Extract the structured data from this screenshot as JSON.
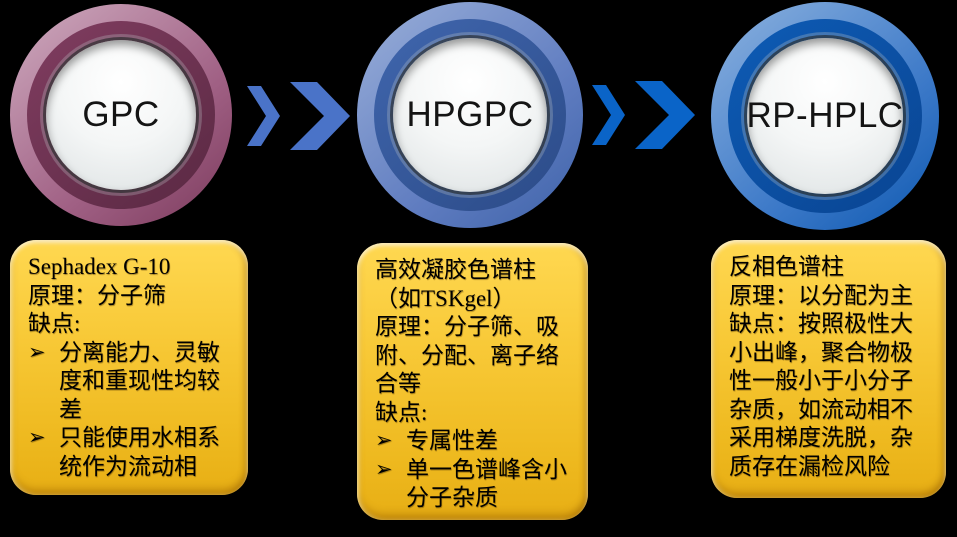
{
  "diagram": {
    "background": "#000000",
    "bullet_glyph": "➢",
    "stages": [
      {
        "label": "GPC",
        "ring": {
          "light": "#c9a2b8",
          "mid": "#a06084",
          "dark": "#7b3a5c",
          "darker": "#5e2b46"
        },
        "note_lines": [
          {
            "bullet": false,
            "text": "Sephadex G-10"
          },
          {
            "bullet": false,
            "text": "原理：分子筛"
          },
          {
            "bullet": false,
            "text": "缺点:"
          },
          {
            "bullet": true,
            "text": "分离能力、灵敏度和重现性均较差"
          },
          {
            "bullet": true,
            "text": "只能使用水相系统作为流动相"
          }
        ]
      },
      {
        "label": "HPGPC",
        "ring": {
          "light": "#93a9d6",
          "mid": "#5f7cc0",
          "dark": "#3d62a8",
          "darker": "#2e4e8c"
        },
        "note_lines": [
          {
            "bullet": false,
            "text": "高效凝胶色谱柱（如TSKgel）"
          },
          {
            "bullet": false,
            "text": "原理：分子筛、吸附、分配、离子络合等"
          },
          {
            "bullet": false,
            "text": "缺点:"
          },
          {
            "bullet": true,
            "text": "专属性差"
          },
          {
            "bullet": true,
            "text": "单一色谱峰含小分子杂质"
          }
        ]
      },
      {
        "label": "RP-HPLC",
        "ring": {
          "light": "#83abdc",
          "mid": "#3c79c8",
          "dark": "#0d58b0",
          "darker": "#0a4796"
        },
        "note_lines": [
          {
            "bullet": false,
            "text": "反相色谱柱"
          },
          {
            "bullet": false,
            "text": "原理：以分配为主"
          },
          {
            "bullet": false,
            "text": "缺点：按照极性大小出峰，聚合物极性一般小于小分子杂质，如流动相不采用梯度洗脱，杂质存在漏检风险"
          }
        ]
      }
    ],
    "arrows": [
      {
        "color": "#4a73c8"
      },
      {
        "color": "#0a64c8"
      }
    ]
  }
}
